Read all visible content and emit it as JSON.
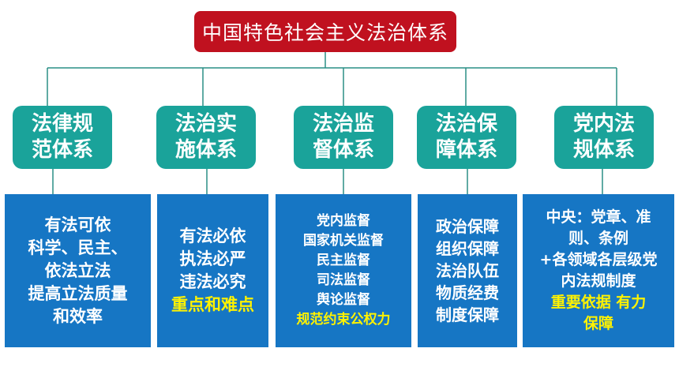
{
  "title": "中国特色社会主义法治体系",
  "categories": [
    {
      "name_line1": "法律规",
      "name_line2": "范体系",
      "lines": [
        "有法可依",
        "科学、民主、",
        "依法立法",
        "提高立法质量",
        "和效率"
      ],
      "highlight": []
    },
    {
      "name_line1": "法治实",
      "name_line2": "施体系",
      "lines": [
        "有法必依",
        "执法必严",
        "违法必究"
      ],
      "highlight": [
        "重点和难点"
      ]
    },
    {
      "name_line1": "法治监",
      "name_line2": "督体系",
      "lines": [
        "党内监督",
        "国家机关监督",
        "民主监督",
        "司法监督",
        "舆论监督"
      ],
      "highlight": [
        "规范约束公权力"
      ]
    },
    {
      "name_line1": "法治保",
      "name_line2": "障体系",
      "lines": [
        "政治保障",
        "组织保障",
        "法治队伍",
        "物质经费",
        "制度保障"
      ],
      "highlight": []
    },
    {
      "name_line1": "党内法",
      "name_line2": "规体系",
      "lines": [
        "中央：党章、准",
        "则、条例",
        "+各领域各层级党",
        "内法规制度"
      ],
      "highlight": [
        "重要依据 有力",
        "保障"
      ]
    }
  ],
  "colors": {
    "root": "#c0111f",
    "category": "#1aa39a",
    "box": "#1676c4",
    "highlight": "#fff200",
    "connector": "#2a8f86"
  }
}
